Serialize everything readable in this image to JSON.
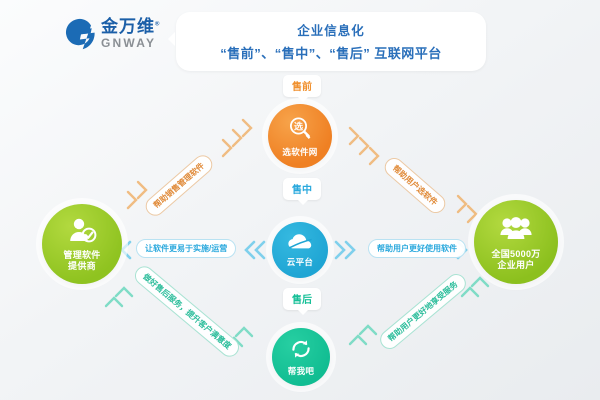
{
  "brand": {
    "name_cn": "金万维",
    "name_en": "GNWAY",
    "registered_mark": "®",
    "logo_letter": "G",
    "color": "#1b5fa8"
  },
  "banner": {
    "line1": "企业信息化",
    "line2": "“售前”、“售中”、“售后” 互联网平台",
    "color": "#2a6fba"
  },
  "stages": [
    {
      "id": "pre",
      "label": "售前",
      "color": "#f0912f"
    },
    {
      "id": "mid",
      "label": "售中",
      "color": "#2ba9dd"
    },
    {
      "id": "post",
      "label": "售后",
      "color": "#18c098"
    }
  ],
  "nodes": [
    {
      "id": "top",
      "label": "选软件网",
      "icon": "magnifier-select-icon",
      "glyph": "选",
      "color": "#ef8023"
    },
    {
      "id": "left",
      "label": "管理软件\n提供商",
      "label_line1": "管理软件",
      "label_line2": "提供商",
      "icon": "user-check-icon",
      "color": "#8fc320"
    },
    {
      "id": "right",
      "label": "全国5000万\n企业用户",
      "label_line1": "全国5000万",
      "label_line2": "企业用户",
      "icon": "people-group-icon",
      "color": "#8cc01e"
    },
    {
      "id": "center",
      "label": "云平台",
      "icon": "cloud-icon",
      "color": "#1fa5d4"
    },
    {
      "id": "bottom",
      "label": "帮我吧",
      "icon": "refresh-support-icon",
      "color": "#11bd92"
    }
  ],
  "connectors": [
    {
      "id": "ul",
      "text": "帮助销售管理软件",
      "color": "#e08a38",
      "from": "left",
      "to": "top"
    },
    {
      "id": "ur",
      "text": "帮助用户选软件",
      "color": "#e08a38",
      "from": "top",
      "to": "right"
    },
    {
      "id": "ml",
      "text": "让软件更易于实施/运营",
      "color": "#2ba9dd",
      "from": "center",
      "to": "left"
    },
    {
      "id": "mr",
      "text": "帮助用户更好使用软件",
      "color": "#2ba9dd",
      "from": "center",
      "to": "right"
    },
    {
      "id": "bl",
      "text": "做好售后服务，提升客户满意度",
      "color": "#2cbd9b",
      "from": "bottom",
      "to": "left"
    },
    {
      "id": "br",
      "text": "帮助用户更好地享受服务",
      "color": "#2cbd9b",
      "from": "right",
      "to": "bottom"
    }
  ]
}
